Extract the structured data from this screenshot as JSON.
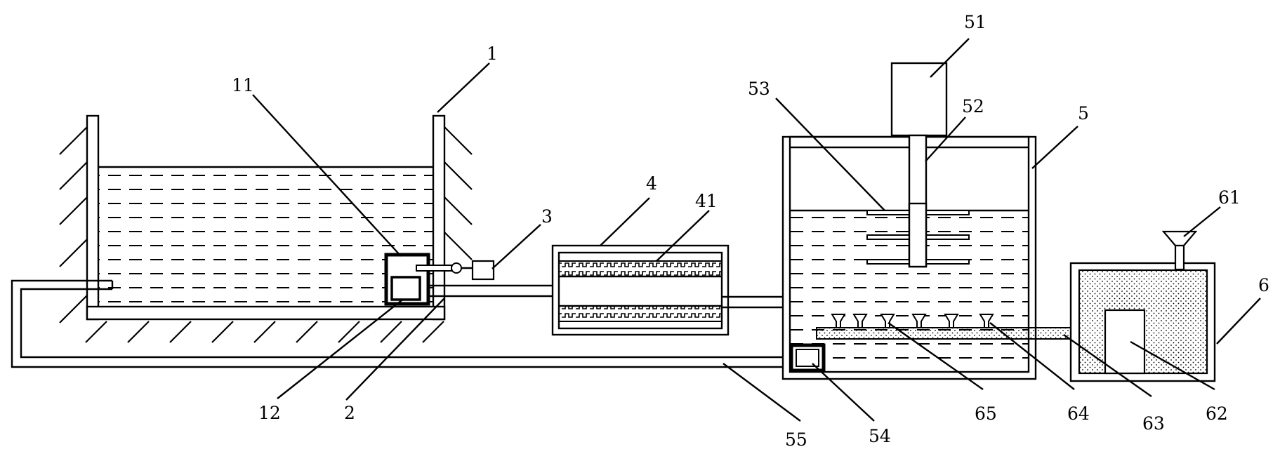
{
  "labels": {
    "l1": "1",
    "l2": "2",
    "l3": "3",
    "l4": "4",
    "l5": "5",
    "l6": "6",
    "l11": "11",
    "l12": "12",
    "l41": "41",
    "l51": "51",
    "l52": "52",
    "l53": "53",
    "l54": "54",
    "l55": "55",
    "l61": "61",
    "l62": "62",
    "l63": "63",
    "l64": "64",
    "l65": "65"
  }
}
